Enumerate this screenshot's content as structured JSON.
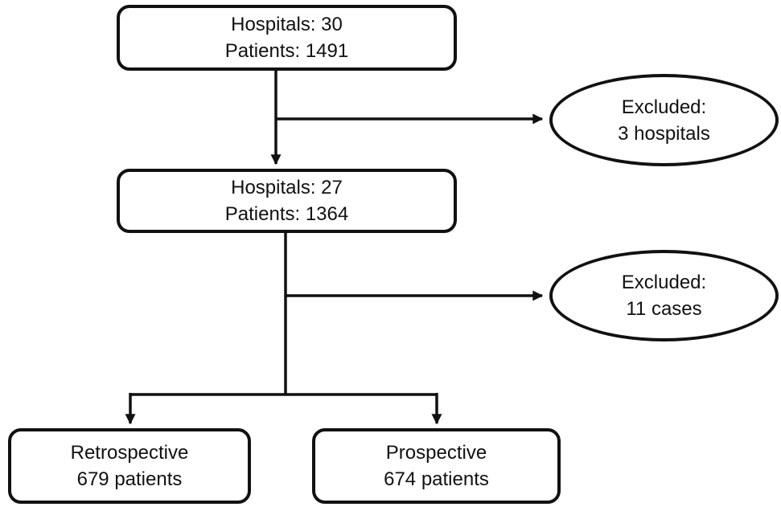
{
  "diagram": {
    "type": "flowchart",
    "background_color": "#ffffff",
    "line_color": "#111111",
    "nodes": {
      "enrollment": {
        "line1": "Hospitals: 30",
        "line2": "Patients: 1491"
      },
      "excluded_hospitals": {
        "line1": "Excluded:",
        "line2": "3 hospitals"
      },
      "after_hospital_exclusion": {
        "line1": "Hospitals: 27",
        "line2": "Patients: 1364"
      },
      "excluded_cases": {
        "line1": "Excluded:",
        "line2": "11 cases"
      },
      "retrospective": {
        "line1": "Retrospective",
        "line2": "679 patients"
      },
      "prospective": {
        "line1": "Prospective",
        "line2": "674 patients"
      }
    }
  }
}
